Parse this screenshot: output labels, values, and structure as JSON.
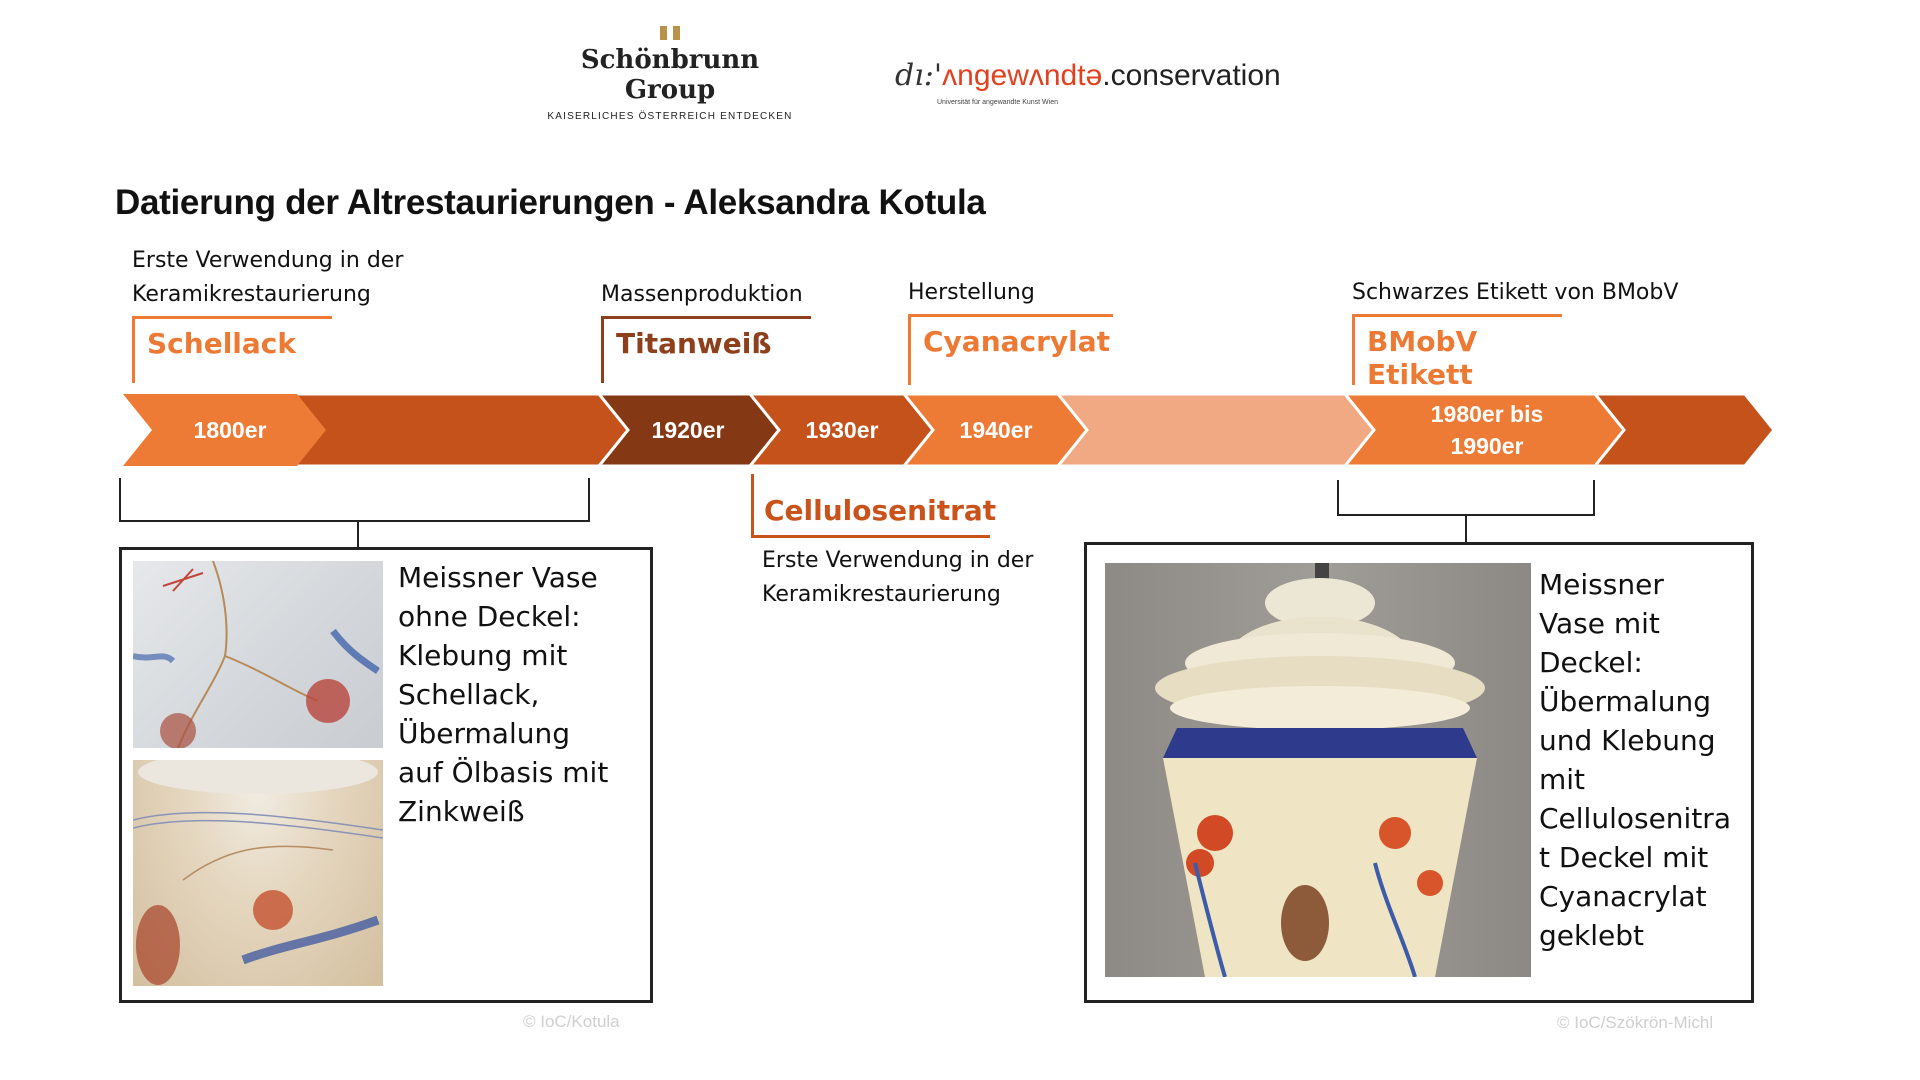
{
  "logos": {
    "schoenbrunn": {
      "name_line1": "Schönbrunn",
      "name_line2": "Group",
      "tagline": "KAISERLICHES ÖSTERREICH ENTDECKEN",
      "mark_color": "#b8914a"
    },
    "angewandte": {
      "prefix": "dı:'",
      "name": "ʌngewʌndtə",
      "suffix": ".conservation",
      "subline": "Universität für angewandte Kunst Wien",
      "accent_color": "#e2401f"
    }
  },
  "title": "Datierung der Altrestaurierungen - Aleksandra Kotula",
  "timeline": {
    "segments": [
      {
        "label": "1800er",
        "color": "#ed7b36"
      },
      {
        "label": "",
        "color": "#c5521a"
      },
      {
        "label": "1920er",
        "color": "#843814"
      },
      {
        "label": "1930er",
        "color": "#c5521a"
      },
      {
        "label": "1940er",
        "color": "#ed7b36"
      },
      {
        "label": "",
        "color": "#f1a984"
      },
      {
        "label_line1": "1980er bis",
        "label_line2": "1990er",
        "color": "#ed7b36"
      },
      {
        "label": "",
        "color": "#c5521a"
      }
    ]
  },
  "events_above": [
    {
      "note_line1": "Erste Verwendung in der",
      "note_line2": "Keramikrestaurierung",
      "material": "Schellack",
      "color": "#ec7a35"
    },
    {
      "note": "Massenproduktion",
      "material": "Titanweiß",
      "color": "#8e3f1c"
    },
    {
      "note": "Herstellung",
      "material": "Cyanacrylat",
      "color": "#ec7a35"
    },
    {
      "note": "Schwarzes Etikett von BMobV",
      "material": "BMobV Etikett",
      "color": "#ec7a35"
    }
  ],
  "events_below": [
    {
      "material": "Cellulosenitrat",
      "note_line1": "Erste Verwendung in der",
      "note_line2": "Keramikrestaurierung",
      "color": "#c9531b"
    }
  ],
  "boxes": {
    "left": {
      "lines": [
        "Meissner Vase",
        "ohne Deckel:",
        "Klebung mit",
        "Schellack,",
        "Übermalung",
        "auf Ölbasis mit",
        "Zinkweiß"
      ],
      "credit": "© IoC/Kotula"
    },
    "right": {
      "lines": [
        "Meissner",
        "Vase mit",
        "Deckel:",
        "Übermalung",
        "und Klebung",
        "mit",
        "Cellulosenitra",
        "t Deckel mit",
        "Cyanacrylat",
        "geklebt"
      ],
      "credit": "© IoC/Szökrön-Michl"
    }
  }
}
